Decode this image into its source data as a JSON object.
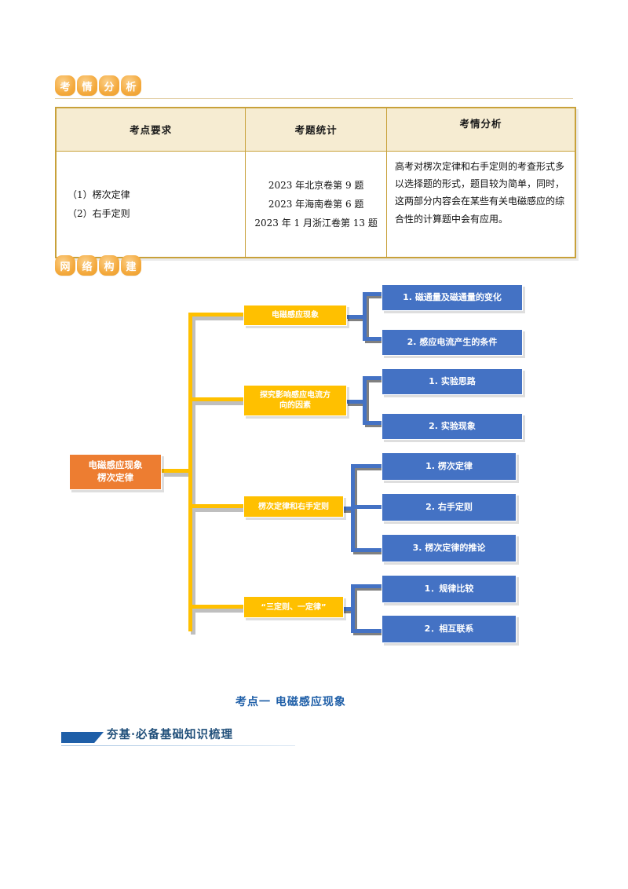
{
  "badges": [
    {
      "name": "exam-analysis",
      "chars": [
        "考",
        "情",
        "分",
        "析"
      ]
    },
    {
      "name": "knowledge-network",
      "chars": [
        "网",
        "络",
        "构",
        "建"
      ]
    }
  ],
  "table": {
    "headers": [
      "考点要求",
      "考题统计",
      "考情分析"
    ],
    "row": {
      "requirements": [
        "（1）楞次定律",
        "（2）右手定则"
      ],
      "statistics": [
        "2023 年北京卷第 9 题",
        "2023 年海南卷第 6 题",
        "2023 年 1 月浙江卷第 13 题"
      ],
      "analysis": "高考对楞次定律和右手定则的考查形式多以选择题的形式，题目较为简单，同时，这两部分内容会在某些有关电磁感应的综合性的计算题中会有应用。"
    }
  },
  "mindmap": {
    "root": {
      "line1": "电磁感应现象",
      "line2": "楞次定律"
    },
    "branches": [
      {
        "label": "电磁感应现象",
        "children": [
          "1. 磁通量及磁通量的变化",
          "2. 感应电流产生的条件"
        ]
      },
      {
        "label": "探究影响感应电流方向的因素",
        "label_line1": "探究影响感应电流方",
        "label_line2": "向的因素",
        "children": [
          "1. 实验思路",
          "2. 实验现象"
        ]
      },
      {
        "label": "楞次定律和右手定则",
        "children": [
          "1. 楞次定律",
          "2. 右手定则",
          "3. 楞次定律的推论"
        ]
      },
      {
        "label": "“三定则、一定律”",
        "children": [
          "1．规律比较",
          "2．相互联系"
        ]
      }
    ]
  },
  "bottom": {
    "kaodian_heading": "考点一 电磁感应现象",
    "section_heading": "夯基·必备基础知识梳理"
  },
  "colors": {
    "badge": "#f4a93c",
    "table_border": "#c8a13a",
    "table_header_bg": "#f6ecd2",
    "root_node": "#ed7d31",
    "branch_node": "#ffc000",
    "leaf_node": "#4472c4",
    "heading_blue": "#1f5fa8"
  }
}
